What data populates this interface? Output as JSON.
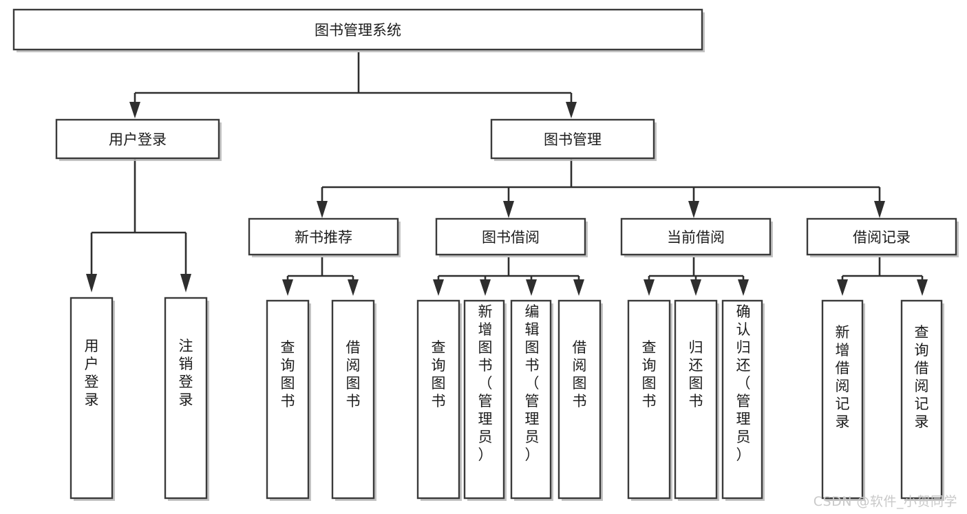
{
  "diagram": {
    "title": "图书管理系统",
    "watermark": "CSDN @软件_小贺同学",
    "orientation": "top-down tree",
    "levels": 4
  },
  "nodes": {
    "root": {
      "label": "图书管理系统"
    },
    "level2": [
      {
        "id": "user-login",
        "label": "用户登录"
      },
      {
        "id": "book-manage",
        "label": "图书管理"
      }
    ],
    "level3": [
      {
        "id": "new-book-rec",
        "label": "新书推荐"
      },
      {
        "id": "book-borrow",
        "label": "图书借阅"
      },
      {
        "id": "current-borrow",
        "label": "当前借阅"
      },
      {
        "id": "borrow-record",
        "label": "借阅记录"
      }
    ],
    "leaves": {
      "user_login": [
        {
          "id": "leaf-user-login",
          "label": "用户登录"
        },
        {
          "id": "leaf-logout-login",
          "label": "注销登录"
        }
      ],
      "new_book_rec": [
        {
          "id": "leaf-query-book-1",
          "label": "查询图书"
        },
        {
          "id": "leaf-borrow-book-1",
          "label": "借阅图书"
        }
      ],
      "book_borrow": [
        {
          "id": "leaf-query-book-2",
          "label": "查询图书"
        },
        {
          "id": "leaf-add-book",
          "label": "新增图书（管理员）"
        },
        {
          "id": "leaf-edit-book",
          "label": "编辑图书（管理员）"
        },
        {
          "id": "leaf-borrow-book-2",
          "label": "借阅图书"
        }
      ],
      "current_borrow": [
        {
          "id": "leaf-query-book-3",
          "label": "查询图书"
        },
        {
          "id": "leaf-return-book",
          "label": "归还图书"
        },
        {
          "id": "leaf-confirm-return",
          "label": "确认归还（管理员）"
        }
      ],
      "borrow_record": [
        {
          "id": "leaf-add-record",
          "label": "新增借阅记录"
        },
        {
          "id": "leaf-query-record",
          "label": "查询借阅记录"
        }
      ]
    }
  },
  "colors": {
    "background": "#ffffff",
    "box_fill": "#ffffff",
    "box_stroke": "#3a3a3a",
    "edge_stroke": "#2e2e2e",
    "text": "#1c1c1c",
    "watermark": "#c9c9c9"
  }
}
